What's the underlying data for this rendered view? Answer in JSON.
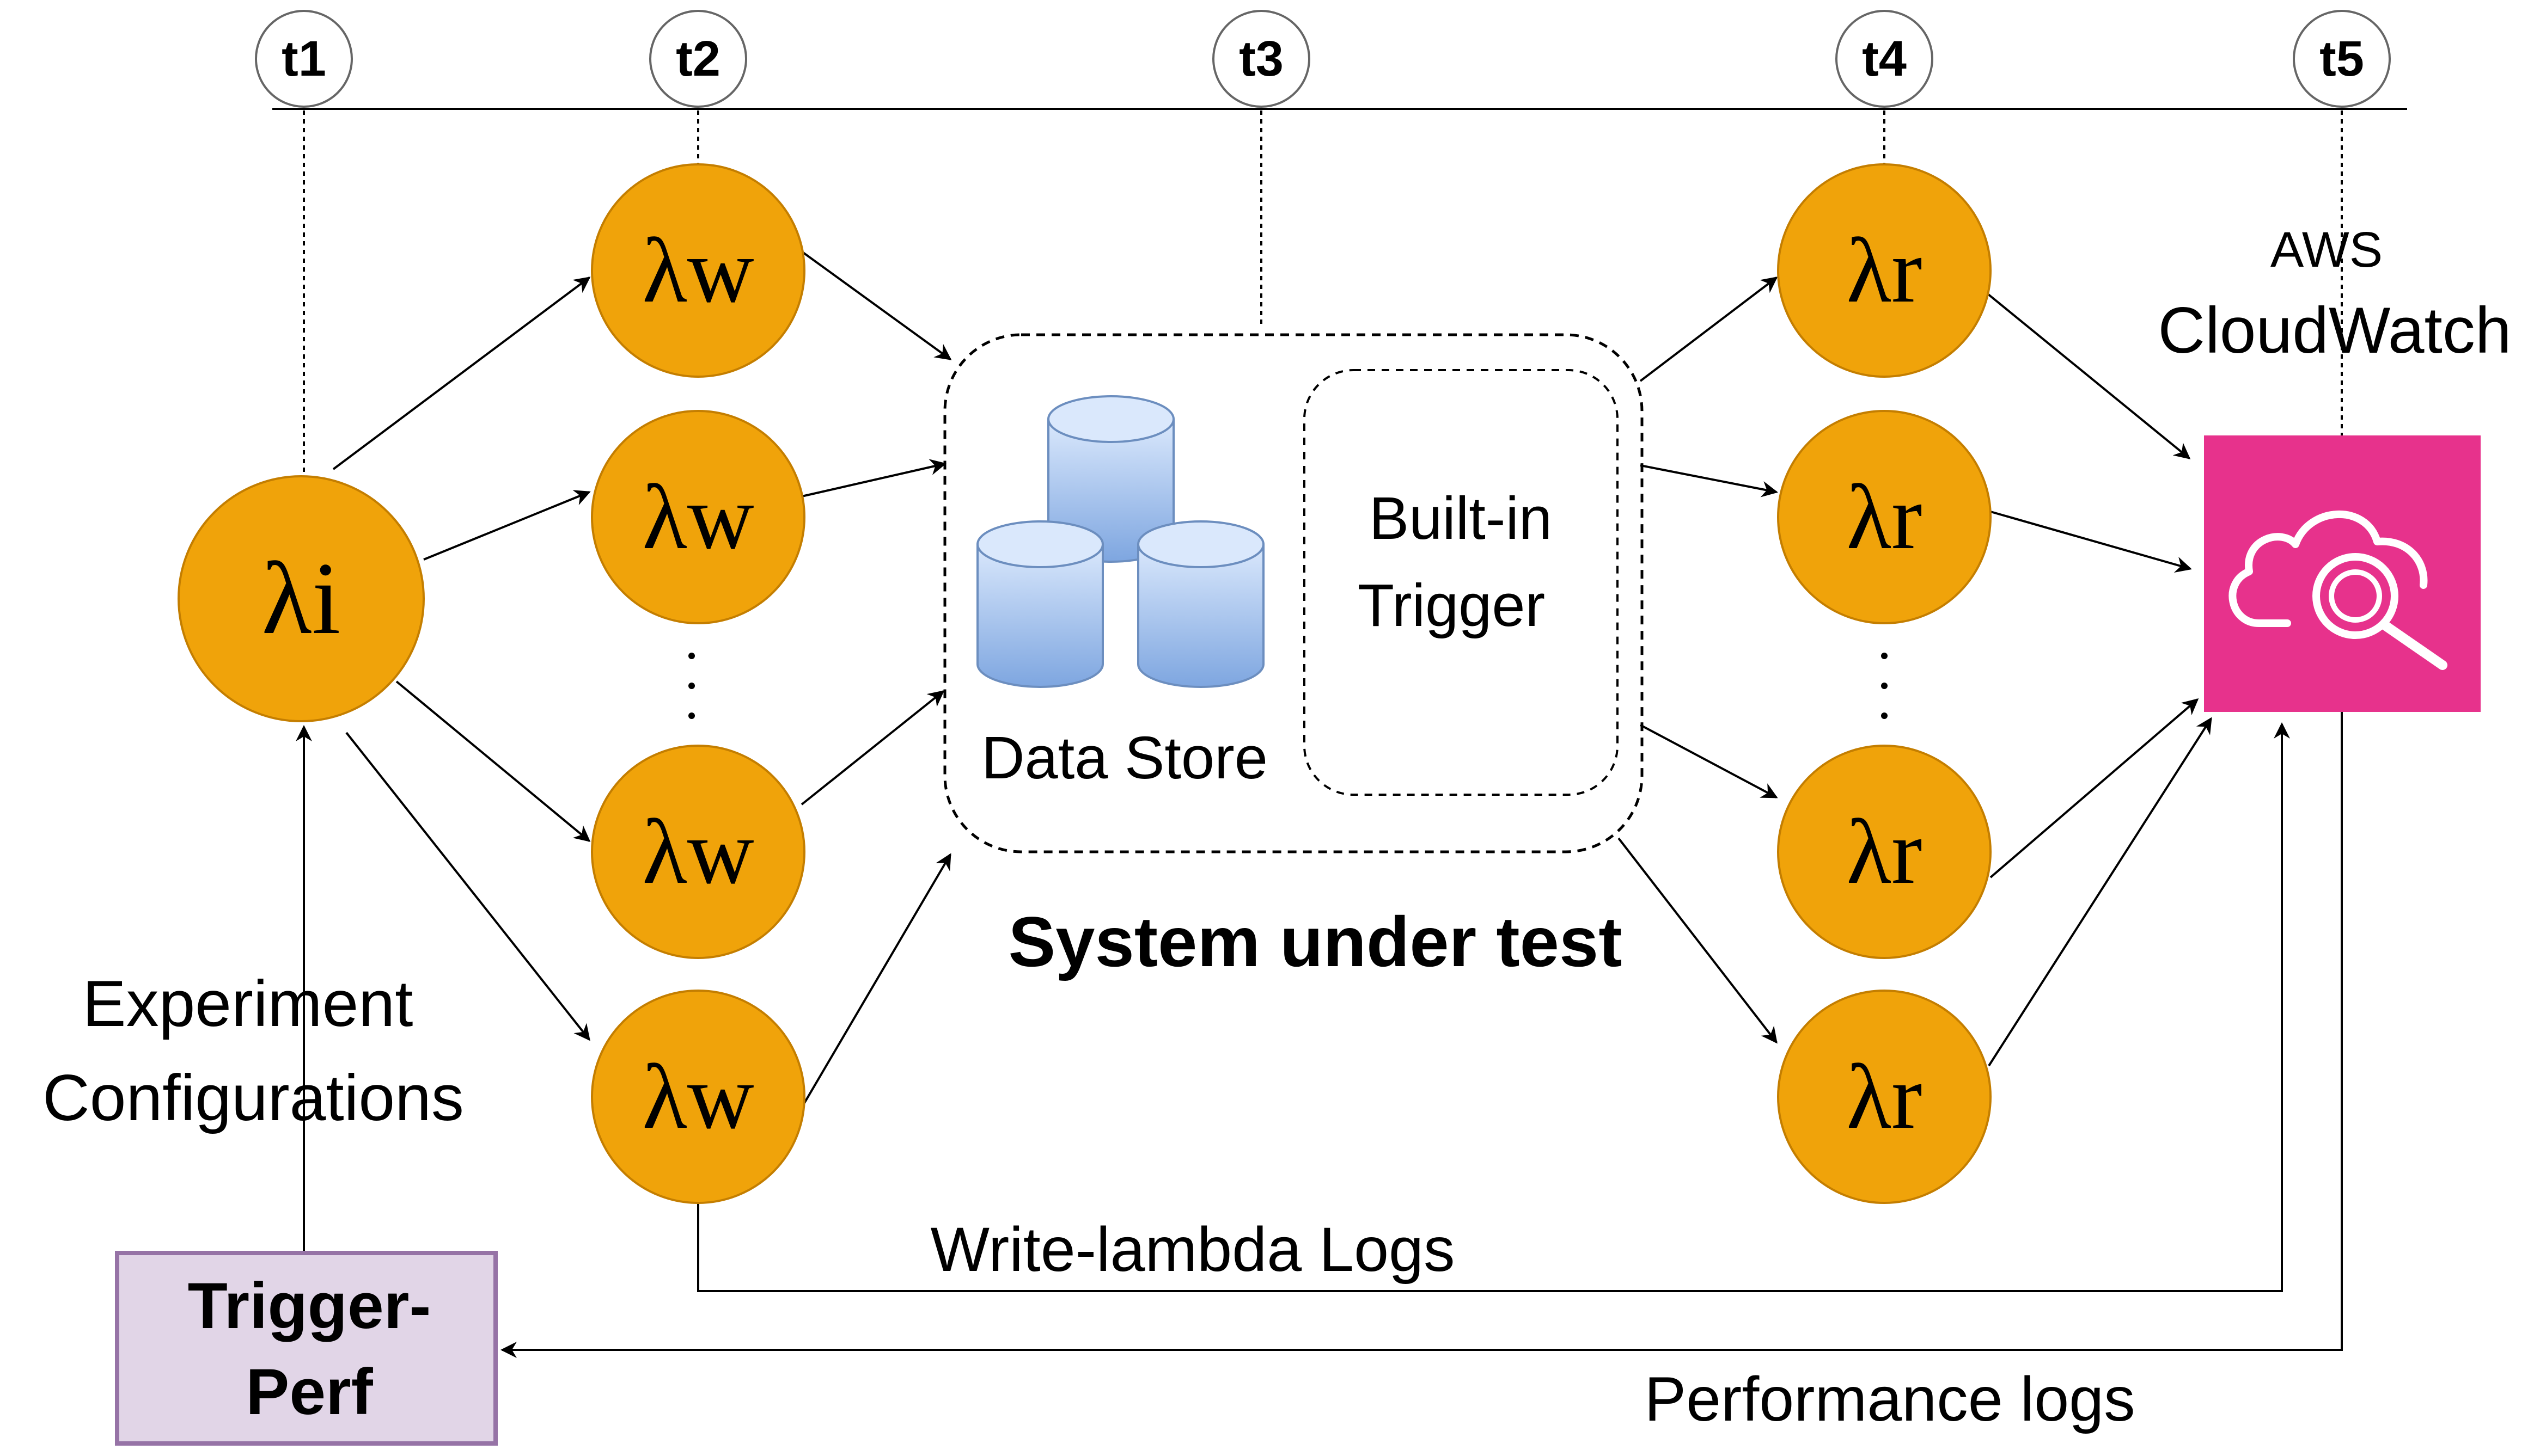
{
  "timeline": {
    "markers": [
      "t1",
      "t2",
      "t3",
      "t4",
      "t5"
    ]
  },
  "nodes": {
    "initiator": "λi",
    "writer": "λw",
    "reader": "λr",
    "ellipsis": "·\n·\n·"
  },
  "system_under_test": {
    "label": "System under test",
    "data_store_label": "Data Store",
    "trigger_label_line1": "Built-in",
    "trigger_label_line2": "Trigger"
  },
  "cloudwatch": {
    "label_line1": "AWS",
    "label_line2": "CloudWatch",
    "icon": "cloudwatch-search-icon"
  },
  "experiment": {
    "label_line1": "Experiment",
    "label_line2": "Configurations"
  },
  "trigger_perf": {
    "label_line1": "Trigger-",
    "label_line2": "Perf"
  },
  "flows": {
    "write_logs": "Write-lambda Logs",
    "performance_logs": "Performance logs"
  },
  "colors": {
    "lambda_fill": "#F0A30A",
    "lambda_stroke": "#C47E00",
    "cloudwatch_fill": "#E7328C",
    "trigger_perf_fill": "#E1D5E7",
    "trigger_perf_stroke": "#9673A6",
    "db_fill": "#A9C4EB",
    "db_stroke": "#6C8EBF"
  }
}
